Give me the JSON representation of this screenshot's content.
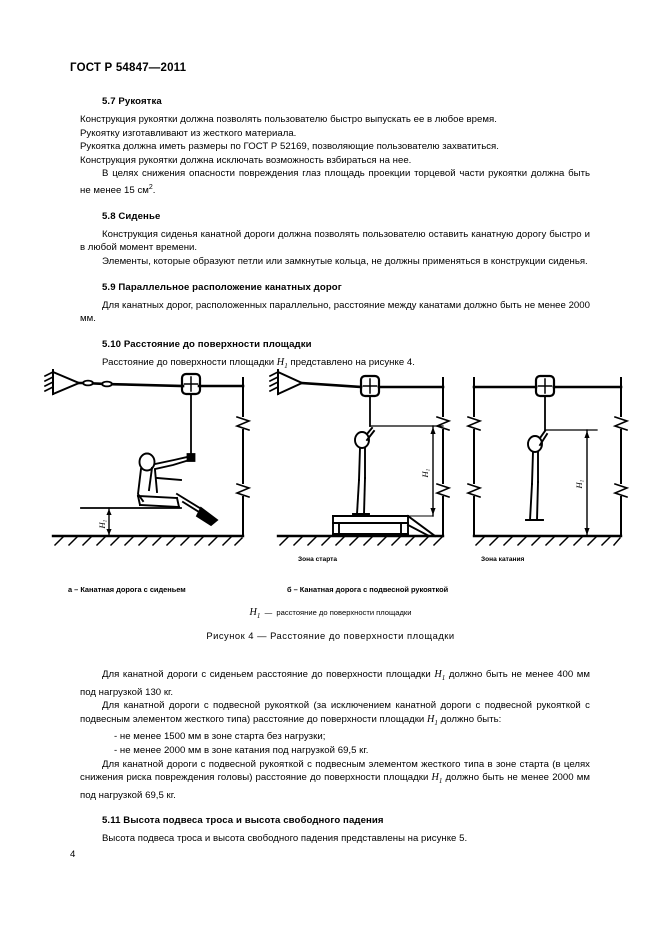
{
  "document": {
    "header": "ГОСТ Р 54847—2011",
    "page_number": "4"
  },
  "clauses": [
    {
      "number_title": "5.7  Рукоятка",
      "paragraphs": [
        "Конструкция рукоятки должна позволять пользователю быстро выпускать ее в любое время.",
        "Рукоятку изготавливают из жесткого материала.",
        "Рукоятка должна иметь размеры по ГОСТ Р 52169, позволяющие пользователю захватиться.",
        "Конструкция рукоятки должна исключать возможность взбираться на нее.",
        "В целях снижения опасности повреждения глаз площадь проекции торцевой части рукоятки должна быть не менее 15 см2."
      ]
    },
    {
      "number_title": "5.8  Сиденье",
      "paragraphs": [
        "Конструкция сиденья канатной дороги должна позволять пользователю оставить канатную дорогу быстро и в любой момент времени.",
        "Элементы, которые образуют петли или замкнутые кольца, не должны применяться в конструкции сиденья."
      ]
    },
    {
      "number_title": "5.9  Параллельное расположение канатных дорог",
      "paragraphs": [
        "Для канатных дорог, расположенных параллельно, расстояние между канатами должно быть не менее 2000 мм."
      ]
    },
    {
      "number_title": "5.10  Расстояние до поверхности площадки",
      "paragraphs": [
        "Расстояние до поверхности площадки H1 представлено на рисунке 4."
      ]
    }
  ],
  "figure": {
    "subcaption_a": "а – Канатная дорога с сиденьем",
    "subcaption_b": "б – Канатная дорога с подвесной рукояткой",
    "zone_start": "Зона старта",
    "zone_ride": "Зона катания",
    "dimension_label": "H1",
    "legend": "H1  —  расстояние до поверхности площадки",
    "caption": "Рисунок 4 — Расстояние до поверхности площадки"
  },
  "clauses_lower": [
    {
      "paragraphs": [
        "Для канатной дороги с сиденьем расстояние до поверхности площадки H1 должно быть не менее 400 мм под нагрузкой 130 кг.",
        "Для канатной дороги с подвесной рукояткой (за исключением канатной дороги с подвесной рукояткой с подвесным элементом жесткого типа) расстояние до поверхности площадки H1 должно быть:"
      ],
      "dashes": [
        "- не менее 1500 мм в зоне старта без нагрузки;",
        "- не менее 2000 мм в зоне катания под нагрузкой 69,5 кг."
      ],
      "paragraphs_after": [
        "Для канатной дороги с подвесной рукояткой с подвесным элементом жесткого типа в зоне старта (в целях снижения риска повреждения головы) расстояние до поверхности площадки H1 должно быть не менее 2000 мм под нагрузкой 69,5 кг."
      ]
    },
    {
      "number_title": "5.11  Высота подвеса троса и высота свободного падения",
      "paragraphs": [
        "Высота подвеса троса и высота свободного падения представлены на рисунке 5."
      ]
    }
  ],
  "colors": {
    "ink": "#000000",
    "paper": "#ffffff"
  }
}
